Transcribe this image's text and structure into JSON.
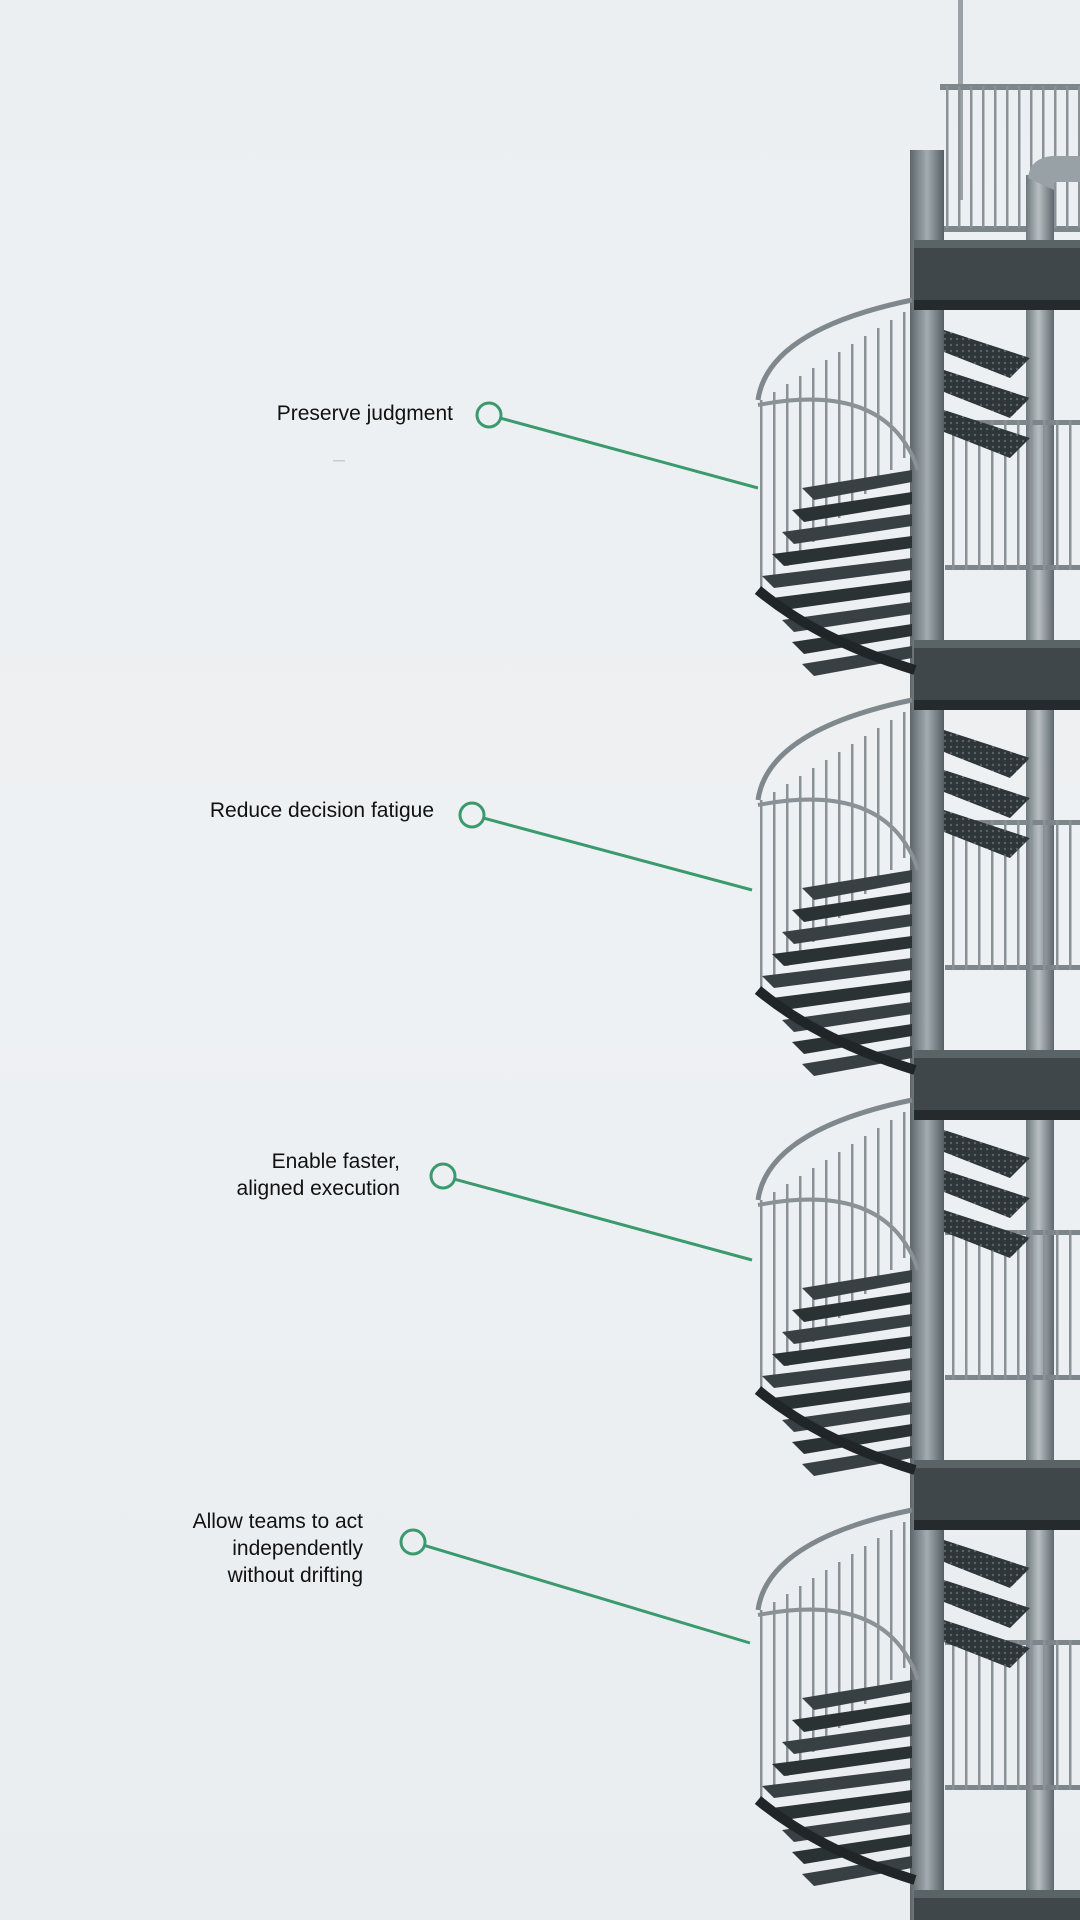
{
  "callouts": [
    {
      "lines": [
        "Preserve judgment"
      ]
    },
    {
      "lines": [
        "Reduce decision fatigue"
      ]
    },
    {
      "lines": [
        "Enable faster,",
        "aligned execution"
      ]
    },
    {
      "lines": [
        "Allow teams to act",
        "independently",
        "without drifting"
      ]
    }
  ],
  "colors": {
    "accent": "#3a9a6e",
    "text": "#111111",
    "background": "#eceff1",
    "steel": "#8a9296",
    "steel_dark": "#3f474a"
  }
}
